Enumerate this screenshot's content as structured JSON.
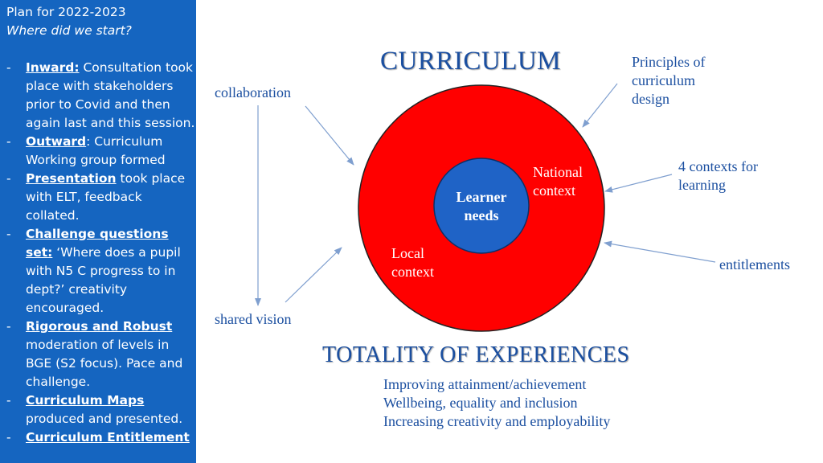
{
  "sidebar": {
    "title": "Plan for 2022-2023",
    "subtitle": "Where did we start?",
    "items": [
      {
        "key": "Inward:",
        "text": " Consultation took place with stakeholders prior to Covid and then again last and this session."
      },
      {
        "key": "Outward",
        "text": ": Curriculum Working group formed"
      },
      {
        "key": "Presentation",
        "text": " took place with ELT, feedback collated."
      },
      {
        "key": "Challenge questions set:",
        "text": " ‘Where does a pupil with N5 C progress to in dept?’ creativity encouraged."
      },
      {
        "key": "Rigorous and Robust",
        "text": " moderation of levels in BGE (S2 focus). Pace and challenge."
      },
      {
        "key": "Curriculum Maps",
        "text": " produced and presented."
      },
      {
        "key": "Curriculum Entitlement",
        "text": ""
      }
    ]
  },
  "diagram": {
    "heading": "CURRICULUM",
    "principles": "Principles of curriculum design",
    "collaboration": "collaboration",
    "shared_vision": "shared vision",
    "contexts": "4 contexts for learning",
    "entitlements": "entitlements",
    "national": "National context",
    "local": "Local context",
    "learner_needs": "Learner needs",
    "totality": "TOTALITY OF EXPERIENCES",
    "outcomes": [
      "Improving attainment/achievement",
      "Wellbeing, equality and inclusion",
      "Increasing creativity and employability"
    ],
    "colors": {
      "sidebar": "#1565c0",
      "outer_circle": "#ff0000",
      "inner_circle": "#1f63c6",
      "text": "#1b4fa0",
      "arrow": "#7f9fcf"
    }
  }
}
